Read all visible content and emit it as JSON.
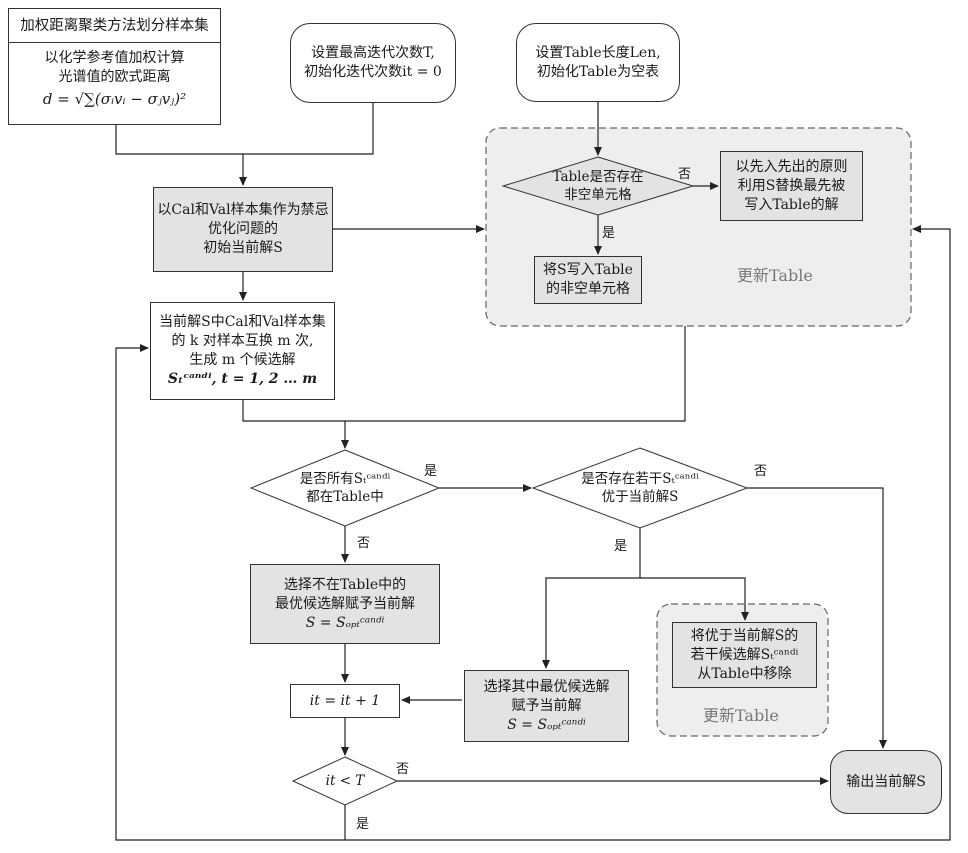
{
  "box_weighted": {
    "title": "加权距离聚类方法划分样本集",
    "line1": "以化学参考值加权计算",
    "line2": "光谱值的欧式距离",
    "formula": "d = √∑(σᵢvᵢ − σⱼvⱼ)²"
  },
  "box_set_iter": {
    "line1": "设置最高迭代次数T,",
    "line2": "初始化迭代次数it = 0"
  },
  "box_set_table": {
    "line1": "设置Table长度Len,",
    "line2": "初始化Table为空表"
  },
  "diamond_table_empty": {
    "line1": "Table是否存在",
    "line2": "非空单元格"
  },
  "box_fifo": {
    "line1": "以先入先出的原则",
    "line2": "利用S替换最先被",
    "line3": "写入Table的解"
  },
  "box_write_s": {
    "line1": "将S写入Table",
    "line2": "的非空单元格"
  },
  "region_update1": {
    "title": "更新Table"
  },
  "box_init_solution": {
    "line1": "以Cal和Val样本集作为禁忌",
    "line2": "优化问题的",
    "line3": "初始当前解S"
  },
  "box_swap": {
    "line1": "当前解S中Cal和Val样本集",
    "line2": "的 k 对样本互换 m 次,",
    "line3": "生成 m 个候选解",
    "line4": "Sₜᶜᵃⁿᵈⁱ, t = 1, 2 … m"
  },
  "diamond_all_in_table": {
    "line1": "是否所有Sₜᶜᵃⁿᵈⁱ",
    "line2": "都在Table中"
  },
  "diamond_better": {
    "line1": "是否存在若干Sₜᶜᵃⁿᵈⁱ",
    "line2": "优于当前解S"
  },
  "box_select_not_in": {
    "line1": "选择不在Table中的",
    "line2": "最优候选解赋予当前解",
    "line3": "S = Sₒₚₜᶜᵃⁿᵈⁱ"
  },
  "box_select_best": {
    "line1": "选择其中最优候选解",
    "line2": "赋予当前解",
    "line3": "S = Sₒₚₜᶜᵃⁿᵈⁱ"
  },
  "box_remove": {
    "line1": "将优于当前解S的",
    "line2": "若干候选解Sₜᶜᵃⁿᵈⁱ",
    "line3": "从Table中移除"
  },
  "region_update2": {
    "title": "更新Table"
  },
  "box_increment": {
    "text": "it = it + 1"
  },
  "diamond_it_lt_T": {
    "text": "it < T"
  },
  "box_output": {
    "text": "输出当前解S"
  },
  "labels": {
    "table_no": "否",
    "table_yes": "是",
    "all_yes": "是",
    "all_no": "否",
    "better_no": "否",
    "better_yes": "是",
    "it_no": "否",
    "it_yes": "是"
  },
  "colors": {
    "box_fill": "#e3e3e3",
    "region_fill": "#eeeeee",
    "stroke": "#333333"
  }
}
